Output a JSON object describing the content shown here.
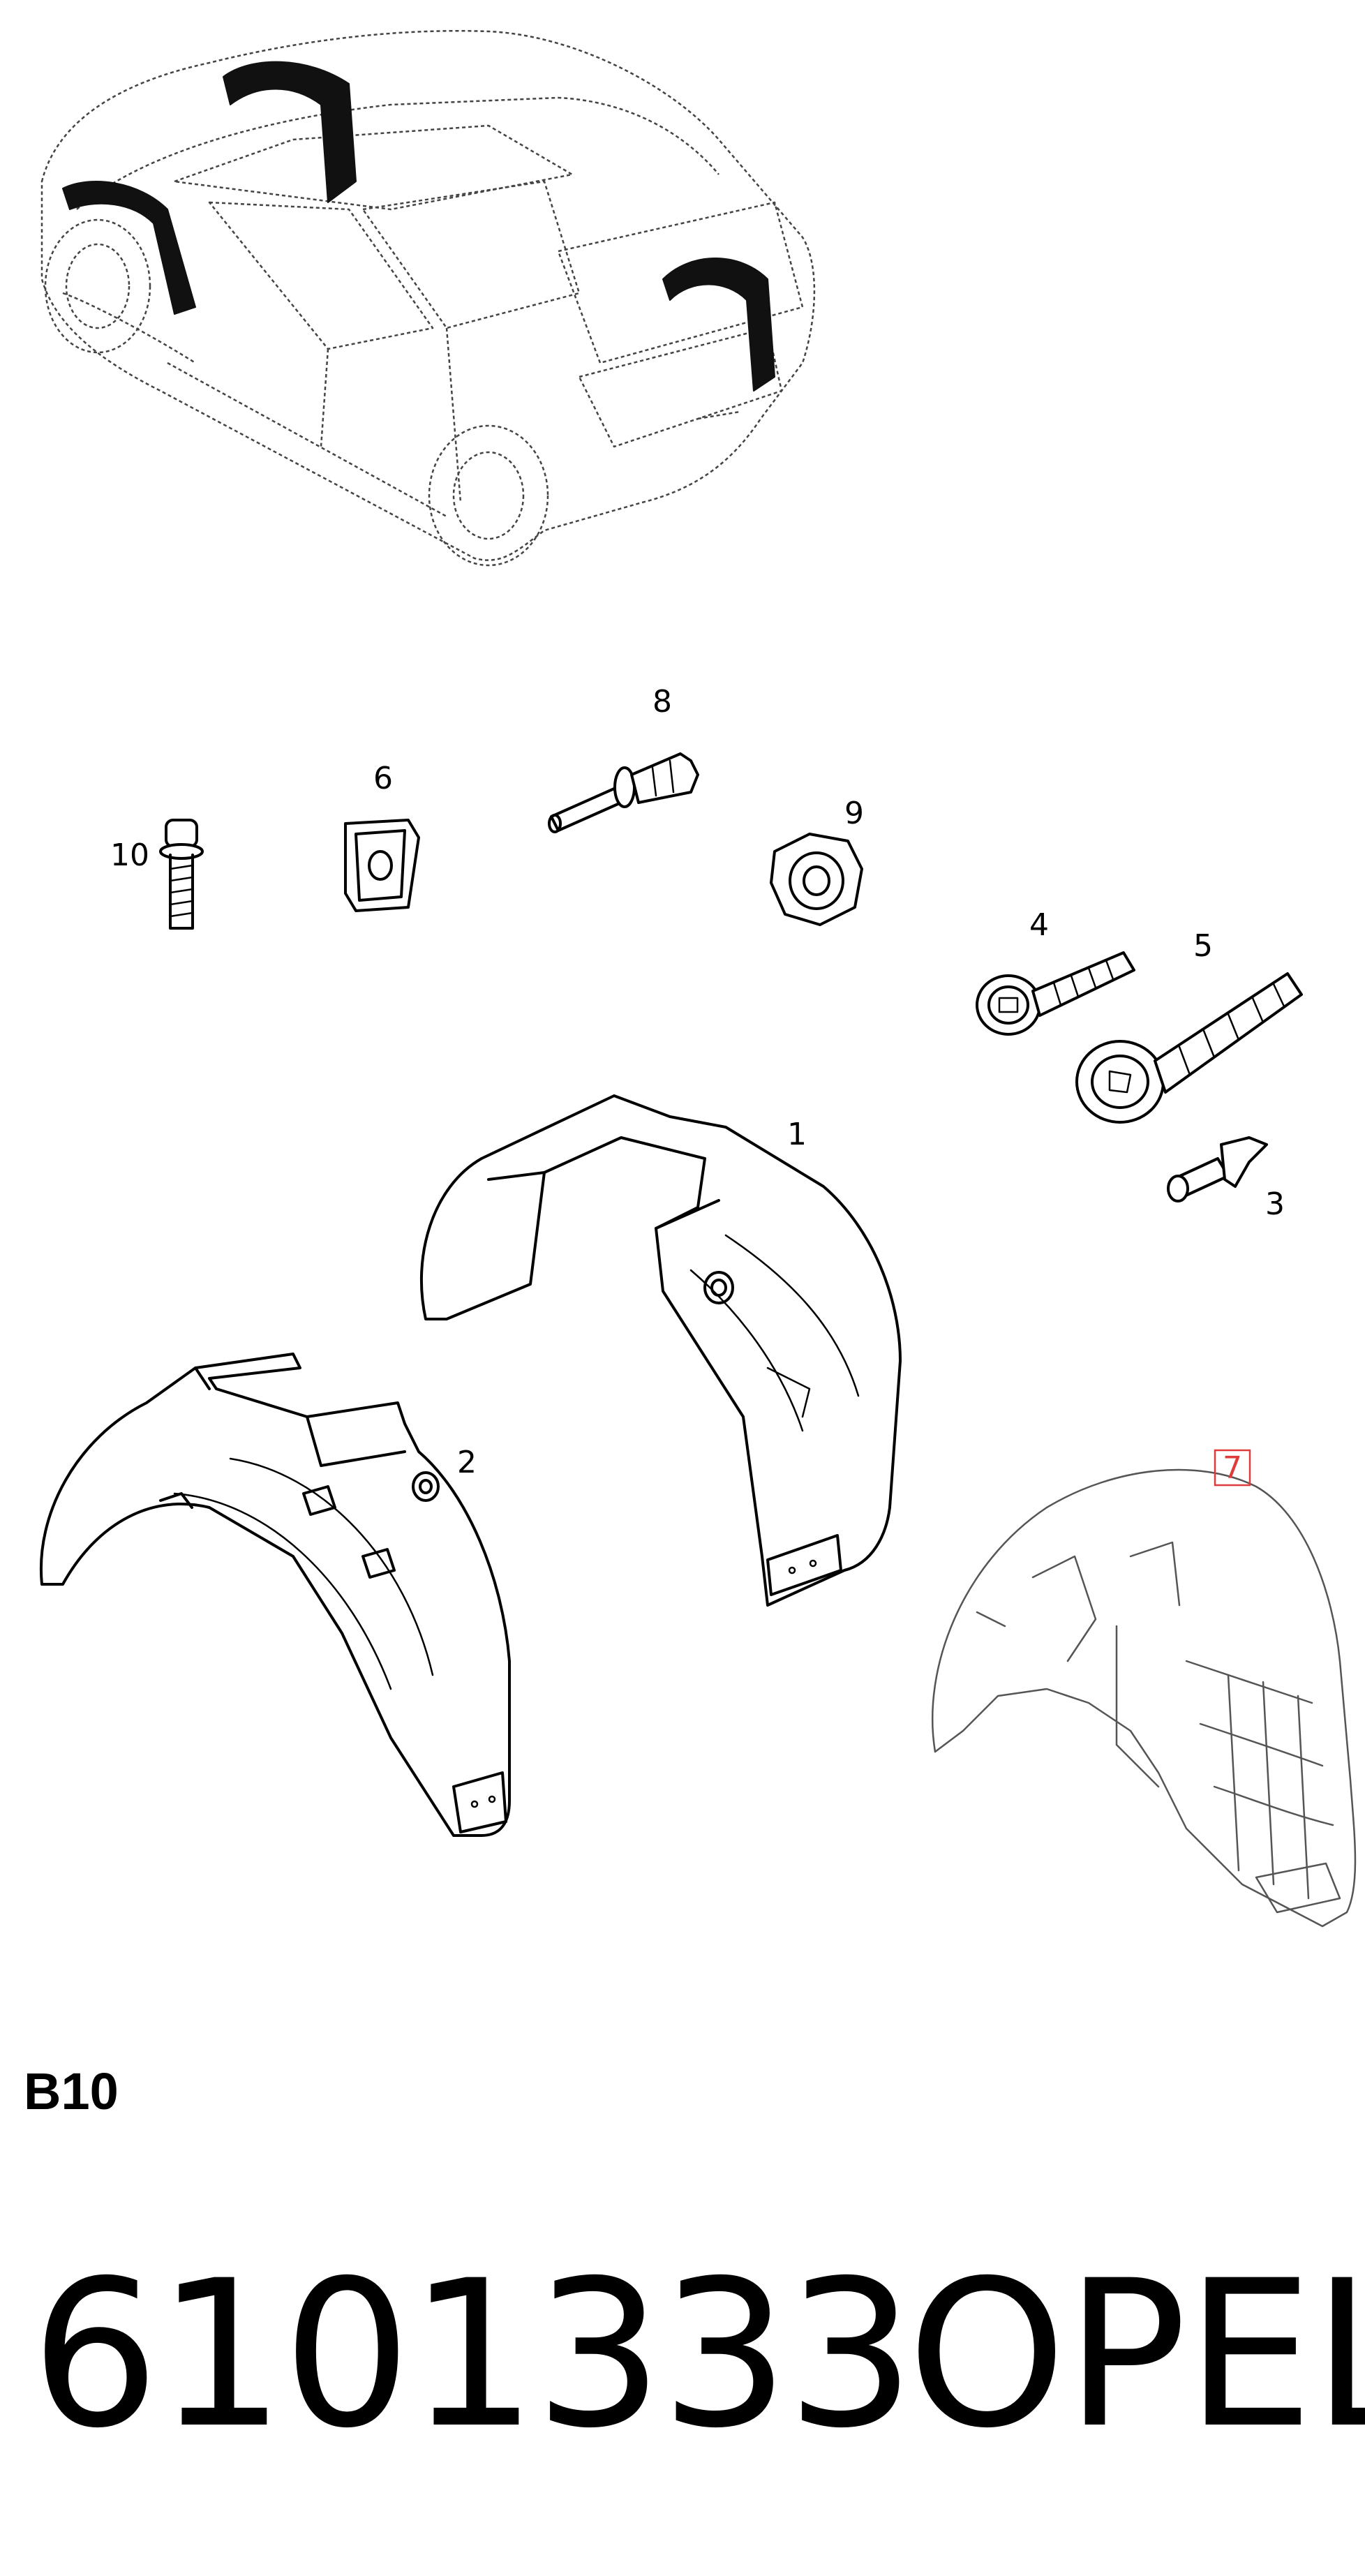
{
  "diagram": {
    "callouts": [
      {
        "id": "1",
        "label": "1"
      },
      {
        "id": "2",
        "label": "2"
      },
      {
        "id": "3",
        "label": "3"
      },
      {
        "id": "4",
        "label": "4"
      },
      {
        "id": "5",
        "label": "5"
      },
      {
        "id": "6",
        "label": "6"
      },
      {
        "id": "7",
        "label": "7"
      },
      {
        "id": "8",
        "label": "8"
      },
      {
        "id": "9",
        "label": "9"
      },
      {
        "id": "10",
        "label": "10"
      }
    ],
    "highlighted_callout": "7",
    "highlight_color": "#e03b3b"
  },
  "footer": {
    "section_code": "B10",
    "part_number": "6101333",
    "brand": "OPEL"
  }
}
